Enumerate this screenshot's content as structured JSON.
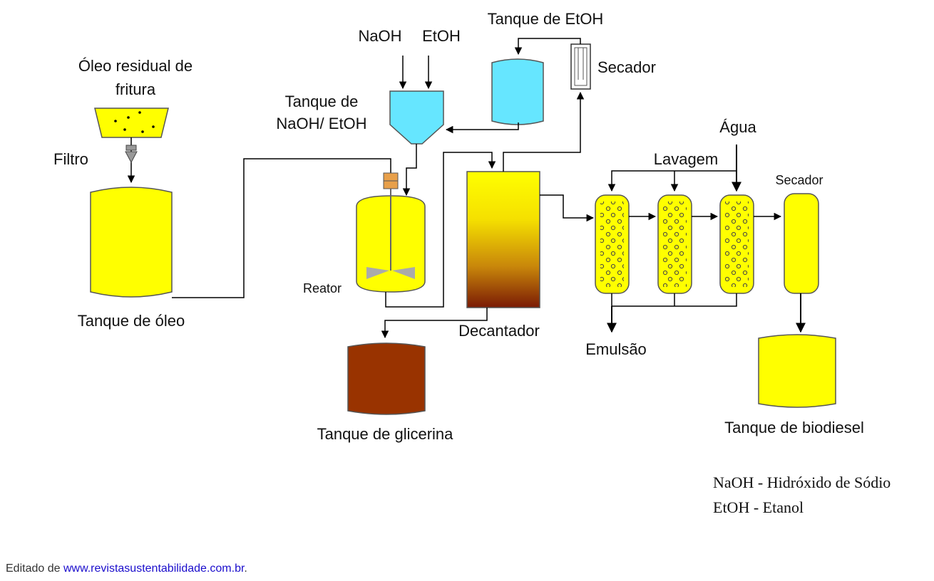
{
  "labels": {
    "oleo_residual_1": "Óleo residual de",
    "oleo_residual_2": "fritura",
    "filtro": "Filtro",
    "tanque_oleo": "Tanque de óleo",
    "naoh": "NaOH",
    "etoh": "EtOH",
    "tanque_naoh_1": "Tanque de",
    "tanque_naoh_2": "NaOH/ EtOH",
    "tanque_etoh": "Tanque de EtOH",
    "secador_top": "Secador",
    "reator": "Reator",
    "decantador": "Decantador",
    "tanque_glicerina": "Tanque de glicerina",
    "agua": "Água",
    "lavagem": "Lavagem",
    "secador_right": "Secador",
    "emulsao": "Emulsão",
    "tanque_biodiesel": "Tanque de biodiesel"
  },
  "legend": {
    "naoh_def": "NaOH - Hidróxido de Sódio",
    "etoh_def": "EtOH - Etanol"
  },
  "credit": {
    "prefix": "Editado de ",
    "link": "www.revistasustentabilidade.com.br",
    "suffix": "."
  },
  "colors": {
    "yellow": "#FFFF00",
    "cyan": "#66E6FF",
    "glycerin": "#993300",
    "line": "#000000"
  }
}
